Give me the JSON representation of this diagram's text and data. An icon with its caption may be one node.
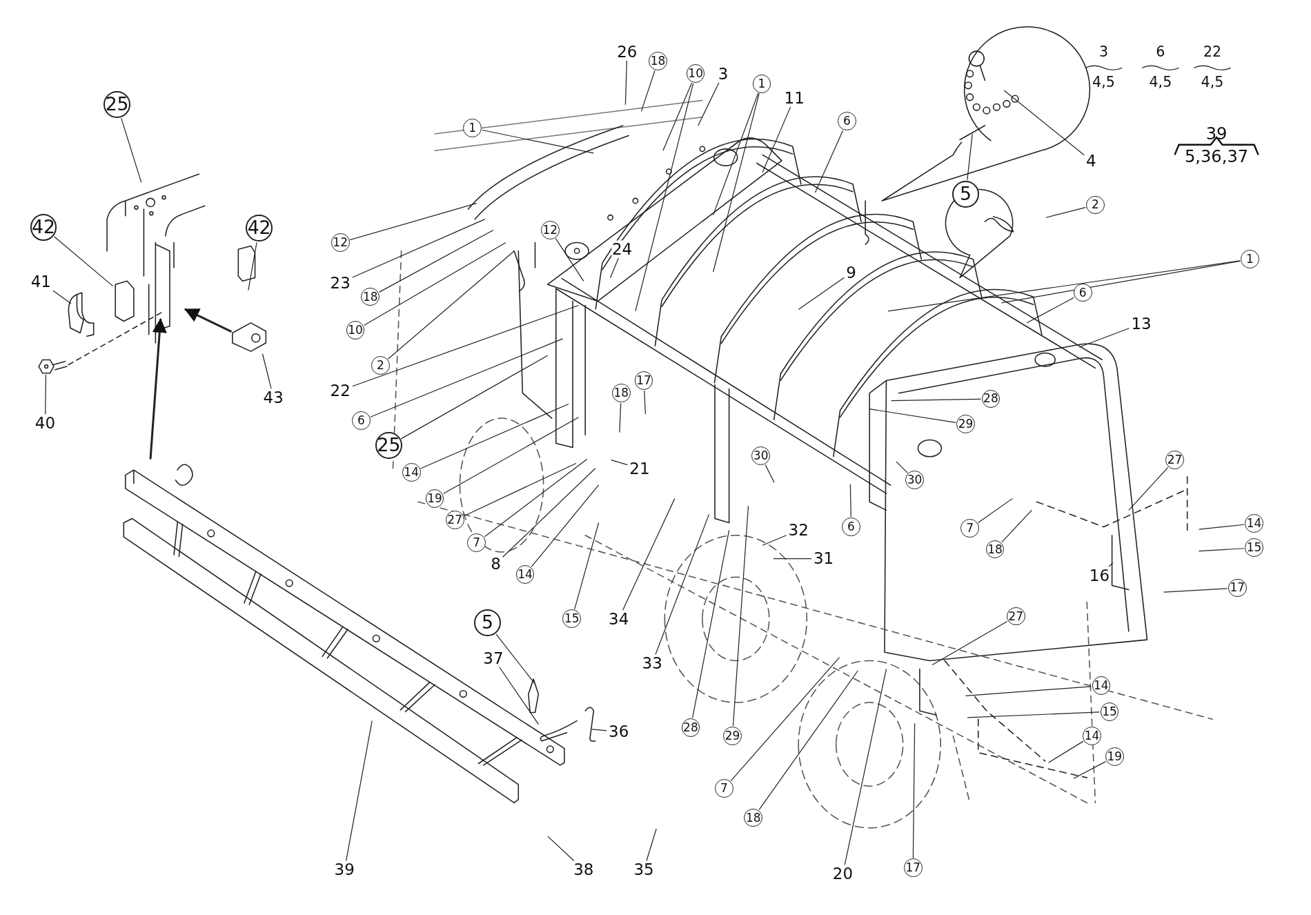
{
  "diagram": {
    "nodes": [
      {
        "text": [
          "25"
        ]
      },
      {
        "text": [
          "42"
        ]
      },
      {
        "text": [
          "41"
        ]
      },
      {
        "text": [
          "42"
        ]
      },
      {
        "text": [
          "40"
        ]
      },
      {
        "text": [
          "43"
        ]
      },
      {
        "text": [
          "1"
        ]
      },
      {
        "text": [
          "26"
        ]
      },
      {
        "text": [
          "18"
        ]
      },
      {
        "text": [
          "10"
        ]
      },
      {
        "text": [
          "3"
        ]
      },
      {
        "text": [
          "1"
        ]
      },
      {
        "text": [
          "11"
        ]
      },
      {
        "text": [
          "6"
        ]
      },
      {
        "text": [
          "5"
        ]
      },
      {
        "text": [
          "4"
        ]
      },
      {
        "text": [
          "2"
        ]
      },
      {
        "text": [
          "1"
        ]
      },
      {
        "text": [
          "6"
        ]
      },
      {
        "text": [
          "13"
        ]
      },
      {
        "text": [
          "28"
        ]
      },
      {
        "text": [
          "29"
        ]
      },
      {
        "text": [
          "30"
        ]
      },
      {
        "text": [
          "12"
        ]
      },
      {
        "text": [
          "23"
        ]
      },
      {
        "text": [
          "18"
        ]
      },
      {
        "text": [
          "10"
        ]
      },
      {
        "text": [
          "2"
        ]
      },
      {
        "text": [
          "22"
        ]
      },
      {
        "text": [
          "6"
        ]
      },
      {
        "text": [
          "25"
        ]
      },
      {
        "text": [
          "12"
        ]
      },
      {
        "text": [
          "24"
        ]
      },
      {
        "text": [
          "9"
        ]
      },
      {
        "text": [
          "14"
        ]
      },
      {
        "text": [
          "19"
        ]
      },
      {
        "text": [
          "27"
        ]
      },
      {
        "text": [
          "7"
        ]
      },
      {
        "text": [
          "8"
        ]
      },
      {
        "text": [
          "18"
        ]
      },
      {
        "text": [
          "17"
        ]
      },
      {
        "text": [
          "21"
        ]
      },
      {
        "text": [
          "14"
        ]
      },
      {
        "text": [
          "15"
        ]
      },
      {
        "text": [
          "34"
        ]
      },
      {
        "text": [
          "33"
        ]
      },
      {
        "text": [
          "28"
        ]
      },
      {
        "text": [
          "29"
        ]
      },
      {
        "text": [
          "30"
        ]
      },
      {
        "text": [
          "32"
        ]
      },
      {
        "text": [
          "31"
        ]
      },
      {
        "text": [
          "6"
        ]
      },
      {
        "text": [
          "5"
        ]
      },
      {
        "text": [
          "37"
        ]
      },
      {
        "text": [
          "36"
        ]
      },
      {
        "text": [
          "39"
        ]
      },
      {
        "text": [
          "38"
        ]
      },
      {
        "text": [
          "35"
        ]
      },
      {
        "text": [
          "7"
        ]
      },
      {
        "text": [
          "18"
        ]
      },
      {
        "text": [
          "20"
        ]
      },
      {
        "text": [
          "17"
        ]
      },
      {
        "text": [
          "7"
        ]
      },
      {
        "text": [
          "18"
        ]
      },
      {
        "text": [
          "27"
        ]
      },
      {
        "text": [
          "14"
        ]
      },
      {
        "text": [
          "15"
        ]
      },
      {
        "text": [
          "16"
        ]
      },
      {
        "text": [
          "17"
        ]
      },
      {
        "text": [
          "27"
        ]
      },
      {
        "text": [
          "14"
        ]
      },
      {
        "text": [
          "15"
        ]
      },
      {
        "text": [
          "14"
        ]
      },
      {
        "text": [
          "19"
        ]
      },
      {
        "text": [],
        "shape": "picture"
      }
    ],
    "edges": [
      {
        "from": 0,
        "to": null,
        "arrow": "none"
      },
      {
        "from": 1,
        "to": null,
        "arrow": "none"
      },
      {
        "from": 2,
        "to": null,
        "arrow": "none"
      },
      {
        "from": 3,
        "to": null,
        "arrow": "none"
      },
      {
        "from": 4,
        "to": 74,
        "arrow": "none"
      },
      {
        "from": 5,
        "to": null,
        "arrow": "none"
      },
      {
        "from": 6,
        "to": null,
        "arrow": "none"
      },
      {
        "from": 7,
        "to": null,
        "arrow": "none"
      },
      {
        "from": 8,
        "to": null,
        "arrow": "none"
      },
      {
        "from": 9,
        "to": null,
        "arrow": "none"
      },
      {
        "from": 9,
        "to": null,
        "arrow": "none"
      },
      {
        "from": 10,
        "to": null,
        "arrow": "none"
      },
      {
        "from": 11,
        "to": null,
        "arrow": "none"
      },
      {
        "from": 11,
        "to": null,
        "arrow": "none"
      },
      {
        "from": 12,
        "to": null,
        "arrow": "none"
      },
      {
        "from": 13,
        "to": null,
        "arrow": "none"
      },
      {
        "from": 14,
        "to": null,
        "arrow": "none"
      },
      {
        "from": 15,
        "to": null,
        "arrow": "none"
      },
      {
        "from": 16,
        "to": null,
        "arrow": "none"
      },
      {
        "from": 17,
        "to": null,
        "arrow": "none"
      },
      {
        "from": 17,
        "to": null,
        "arrow": "none"
      },
      {
        "from": 18,
        "to": null,
        "arrow": "none"
      },
      {
        "from": 19,
        "to": null,
        "arrow": "none"
      },
      {
        "from": 20,
        "to": null,
        "arrow": "none"
      },
      {
        "from": 21,
        "to": null,
        "arrow": "none"
      },
      {
        "from": 22,
        "to": null,
        "arrow": "none"
      },
      {
        "from": 23,
        "to": null,
        "arrow": "none"
      },
      {
        "from": 24,
        "to": null,
        "arrow": "none"
      },
      {
        "from": 25,
        "to": null,
        "arrow": "none"
      },
      {
        "from": 26,
        "to": null,
        "arrow": "none"
      },
      {
        "from": 27,
        "to": null,
        "arrow": "none"
      },
      {
        "from": 28,
        "to": null,
        "arrow": "none"
      },
      {
        "from": 29,
        "to": null,
        "arrow": "none"
      },
      {
        "from": 30,
        "to": null,
        "arrow": "none"
      },
      {
        "from": 31,
        "to": null,
        "arrow": "none"
      },
      {
        "from": 32,
        "to": null,
        "arrow": "none"
      },
      {
        "from": 33,
        "to": null,
        "arrow": "none"
      },
      {
        "from": 34,
        "to": null,
        "arrow": "none"
      },
      {
        "from": 35,
        "to": null,
        "arrow": "none"
      },
      {
        "from": 36,
        "to": null,
        "arrow": "none"
      },
      {
        "from": 37,
        "to": null,
        "arrow": "none"
      },
      {
        "from": 38,
        "to": null,
        "arrow": "none"
      },
      {
        "from": 39,
        "to": null,
        "arrow": "none"
      },
      {
        "from": 40,
        "to": null,
        "arrow": "none"
      },
      {
        "from": 41,
        "to": null,
        "arrow": "none"
      },
      {
        "from": 42,
        "to": null,
        "arrow": "none"
      },
      {
        "from": 43,
        "to": null,
        "arrow": "none"
      },
      {
        "from": 44,
        "to": null,
        "arrow": "none"
      },
      {
        "from": 45,
        "to": null,
        "arrow": "none"
      },
      {
        "from": 46,
        "to": null,
        "arrow": "none"
      },
      {
        "from": 47,
        "to": null,
        "arrow": "none"
      },
      {
        "from": 48,
        "to": null,
        "arrow": "none"
      },
      {
        "from": 49,
        "to": null,
        "arrow": "none"
      },
      {
        "from": 50,
        "to": null,
        "arrow": "none"
      },
      {
        "from": 51,
        "to": null,
        "arrow": "none"
      },
      {
        "from": 52,
        "to": null,
        "arrow": "none"
      },
      {
        "from": 53,
        "to": null,
        "arrow": "none"
      },
      {
        "from": 54,
        "to": null,
        "arrow": "none"
      },
      {
        "from": 55,
        "to": null,
        "arrow": "none"
      },
      {
        "from": 56,
        "to": null,
        "arrow": "none"
      },
      {
        "from": 57,
        "to": null,
        "arrow": "none"
      },
      {
        "from": 58,
        "to": null,
        "arrow": "none"
      },
      {
        "from": 59,
        "to": null,
        "arrow": "none"
      },
      {
        "from": 60,
        "to": null,
        "arrow": "none"
      },
      {
        "from": 61,
        "to": null,
        "arrow": "none"
      },
      {
        "from": 62,
        "to": null,
        "arrow": "none"
      },
      {
        "from": 63,
        "to": null,
        "arrow": "none"
      },
      {
        "from": 64,
        "to": null,
        "arrow": "none"
      },
      {
        "from": 65,
        "to": null,
        "arrow": "none"
      },
      {
        "from": 66,
        "to": null,
        "arrow": "none"
      },
      {
        "from": 67,
        "to": null,
        "arrow": "none"
      },
      {
        "from": 68,
        "to": null,
        "arrow": "none"
      },
      {
        "from": 69,
        "to": null,
        "arrow": "none"
      },
      {
        "from": 70,
        "to": null,
        "arrow": "none"
      },
      {
        "from": 71,
        "to": null,
        "arrow": "none"
      },
      {
        "from": 72,
        "to": null,
        "arrow": "none"
      },
      {
        "from": 73,
        "to": null,
        "arrow": "none"
      }
    ],
    "labels": [
      "3",
      "4,5",
      "6",
      "4,5",
      "22",
      "4,5",
      "39",
      "5,36,37"
    ]
  }
}
